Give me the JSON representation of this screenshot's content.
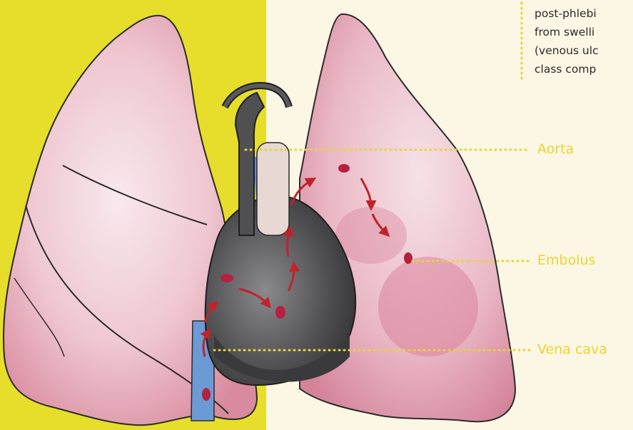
{
  "colors": {
    "left_background": "#e6de2b",
    "right_background": "#fcf6e4",
    "label_color": "#e8d630",
    "lung": "#e9b5c0",
    "heart": "#4a4a4c",
    "vessel_blue": "#5b8fd0",
    "embolus": "#b5203f",
    "arrow": "#c0232a"
  },
  "text_block": {
    "lines": [
      "post-phlebi",
      "from swelli",
      "(venous ulc",
      "class comp"
    ]
  },
  "labels": {
    "aorta": "Aorta",
    "embolus": "Embolus",
    "vena_cava": "Vena cava"
  }
}
